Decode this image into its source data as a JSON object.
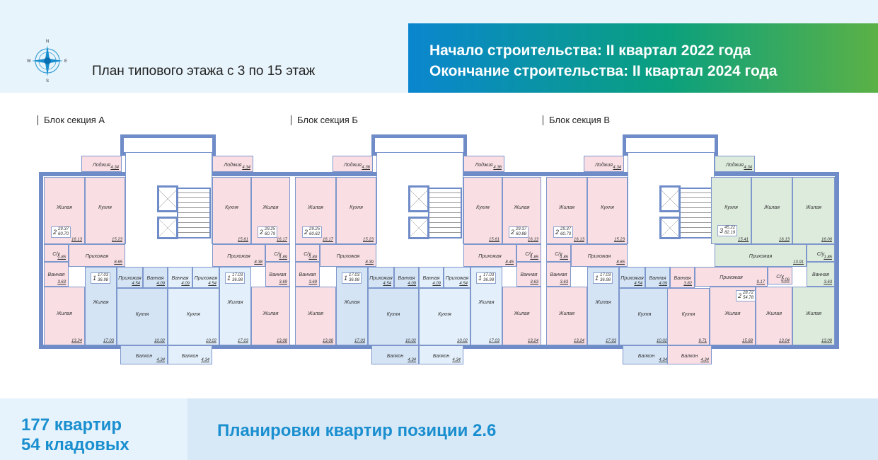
{
  "header": {
    "compass_letters": [
      "N",
      "E",
      "S",
      "W"
    ],
    "plan_title": "План типового этажа с 3 по 15 этаж",
    "construction_start": "Начало строительства: II квартал 2022 года",
    "construction_end": "Окончание строительства: II квартал 2024 года"
  },
  "colors": {
    "wall": "#6f8cc8",
    "pink": "#f9dfe4",
    "blue": "#d4e4f5",
    "light_blue": "#e3effa",
    "green": "#dcebdc",
    "accent": "#1a8fcf"
  },
  "sections": [
    {
      "title": "Блок секция А",
      "apartments": [
        {
          "rooms": "2",
          "living": "29.37",
          "total": "60.70",
          "spaces": [
            {
              "name": "Жилая",
              "area": "16.13"
            },
            {
              "name": "Кухня",
              "area": "15.23"
            },
            {
              "name": "Прихожая",
              "area": "8.65"
            },
            {
              "name": "С/у",
              "area": "1.85"
            },
            {
              "name": "Ванная",
              "area": "3.63"
            },
            {
              "name": "Жилая",
              "area": "13.24"
            },
            {
              "name": "Лоджия",
              "area": "4.34"
            }
          ]
        },
        {
          "rooms": "1",
          "living": "17.03",
          "total": "36.98",
          "spaces": [
            {
              "name": "Жилая",
              "area": "17.03"
            },
            {
              "name": "Прихожая",
              "area": "4.54"
            },
            {
              "name": "Ванная",
              "area": "4.09"
            },
            {
              "name": "Кухня",
              "area": "10.02"
            },
            {
              "name": "Балкон",
              "area": "4.34"
            }
          ]
        },
        {
          "rooms": "1",
          "living": "17.03",
          "total": "36.98",
          "spaces": [
            {
              "name": "Жилая",
              "area": "17.03"
            },
            {
              "name": "Прихожая",
              "area": "4.54"
            },
            {
              "name": "Ванная",
              "area": "4.09"
            },
            {
              "name": "Кухня",
              "area": "10.02"
            },
            {
              "name": "Балкон",
              "area": "4.34"
            }
          ]
        },
        {
          "rooms": "2",
          "living": "29.25",
          "total": "60.79",
          "spaces": [
            {
              "name": "Кухня",
              "area": "15.61"
            },
            {
              "name": "Жилая",
              "area": "16.17"
            },
            {
              "name": "Прихожая",
              "area": "8.38"
            },
            {
              "name": "С/у",
              "area": "1.89"
            },
            {
              "name": "Ванная",
              "area": "3.69"
            },
            {
              "name": "Жилая",
              "area": "13.08"
            },
            {
              "name": "Лоджия",
              "area": "4.34"
            }
          ]
        }
      ]
    },
    {
      "title": "Блок секция Б",
      "apartments": [
        {
          "rooms": "2",
          "living": "29.25",
          "total": "60.62",
          "spaces": [
            {
              "name": "Жилая",
              "area": "16.17"
            },
            {
              "name": "Кухня",
              "area": "15.23"
            },
            {
              "name": "Прихожая",
              "area": "8.39"
            },
            {
              "name": "С/у",
              "area": "1.89"
            },
            {
              "name": "Ванная",
              "area": "3.69"
            },
            {
              "name": "Жилая",
              "area": "13.08"
            },
            {
              "name": "Лоджия",
              "area": "4.36"
            }
          ]
        },
        {
          "rooms": "1",
          "living": "17.03",
          "total": "36.98",
          "spaces": [
            {
              "name": "Жилая",
              "area": "17.03"
            },
            {
              "name": "Прихожая",
              "area": "4.54"
            },
            {
              "name": "Ванная",
              "area": "4.09"
            },
            {
              "name": "Кухня",
              "area": "10.02"
            },
            {
              "name": "Балкон",
              "area": "4.34"
            }
          ]
        },
        {
          "rooms": "1",
          "living": "17.03",
          "total": "36.98",
          "spaces": [
            {
              "name": "Жилая",
              "area": "17.03"
            },
            {
              "name": "Прихожая",
              "area": "4.54"
            },
            {
              "name": "Ванная",
              "area": "4.09"
            },
            {
              "name": "Кухня",
              "area": "10.02"
            },
            {
              "name": "Балкон",
              "area": "4.34"
            }
          ]
        },
        {
          "rooms": "2",
          "living": "29.37",
          "total": "60.88",
          "spaces": [
            {
              "name": "Кухня",
              "area": "15.61"
            },
            {
              "name": "Жилая",
              "area": "16.13"
            },
            {
              "name": "Прихожая",
              "area": "8.45"
            },
            {
              "name": "С/у",
              "area": "1.85"
            },
            {
              "name": "Ванная",
              "area": "3.63"
            },
            {
              "name": "Жилая",
              "area": "13.24"
            },
            {
              "name": "Лоджия",
              "area": "4.36"
            }
          ]
        }
      ]
    },
    {
      "title": "Блок секция В",
      "apartments": [
        {
          "rooms": "2",
          "living": "29.37",
          "total": "60.70",
          "spaces": [
            {
              "name": "Жилая",
              "area": "16.13"
            },
            {
              "name": "Кухня",
              "area": "15.23"
            },
            {
              "name": "Прихожая",
              "area": "8.65"
            },
            {
              "name": "С/у",
              "area": "1.85"
            },
            {
              "name": "Ванная",
              "area": "3.63"
            },
            {
              "name": "Жилая",
              "area": "13.24"
            },
            {
              "name": "Лоджия",
              "area": "4.34"
            }
          ]
        },
        {
          "rooms": "1",
          "living": "17.03",
          "total": "36.98",
          "spaces": [
            {
              "name": "Жилая",
              "area": "17.03"
            },
            {
              "name": "Прихожая",
              "area": "4.54"
            },
            {
              "name": "Ванная",
              "area": "4.09"
            },
            {
              "name": "Кухня",
              "area": "10.02"
            },
            {
              "name": "Балкон",
              "area": "4.34"
            }
          ]
        },
        {
          "rooms": "2",
          "living": "28.72",
          "total": "54.78",
          "spaces": [
            {
              "name": "Прихожая",
              "area": "9.17"
            },
            {
              "name": "Ванная",
              "area": "3.82"
            },
            {
              "name": "С/у",
              "area": "2.06"
            },
            {
              "name": "Кухня",
              "area": "9.71"
            },
            {
              "name": "Жилая",
              "area": "15.68"
            },
            {
              "name": "Жилая",
              "area": "13.04"
            },
            {
              "name": "Балкон",
              "area": "4.34"
            }
          ]
        },
        {
          "rooms": "3",
          "living": "45.22",
          "total": "82.19",
          "spaces": [
            {
              "name": "Кухня",
              "area": "15.41"
            },
            {
              "name": "Жилая",
              "area": "16.13"
            },
            {
              "name": "Жилая",
              "area": "16.00"
            },
            {
              "name": "Прихожая",
              "area": "13.91"
            },
            {
              "name": "С/у",
              "area": "1.85"
            },
            {
              "name": "Ванная",
              "area": "3.63"
            },
            {
              "name": "Жилая",
              "area": "13.09"
            },
            {
              "name": "Лоджия",
              "area": "4.34"
            }
          ]
        }
      ]
    }
  ],
  "footer": {
    "apartments_count": "177 квартир",
    "storage_count": "54 кладовых",
    "caption": "Планировки квартир позиции 2.6"
  }
}
